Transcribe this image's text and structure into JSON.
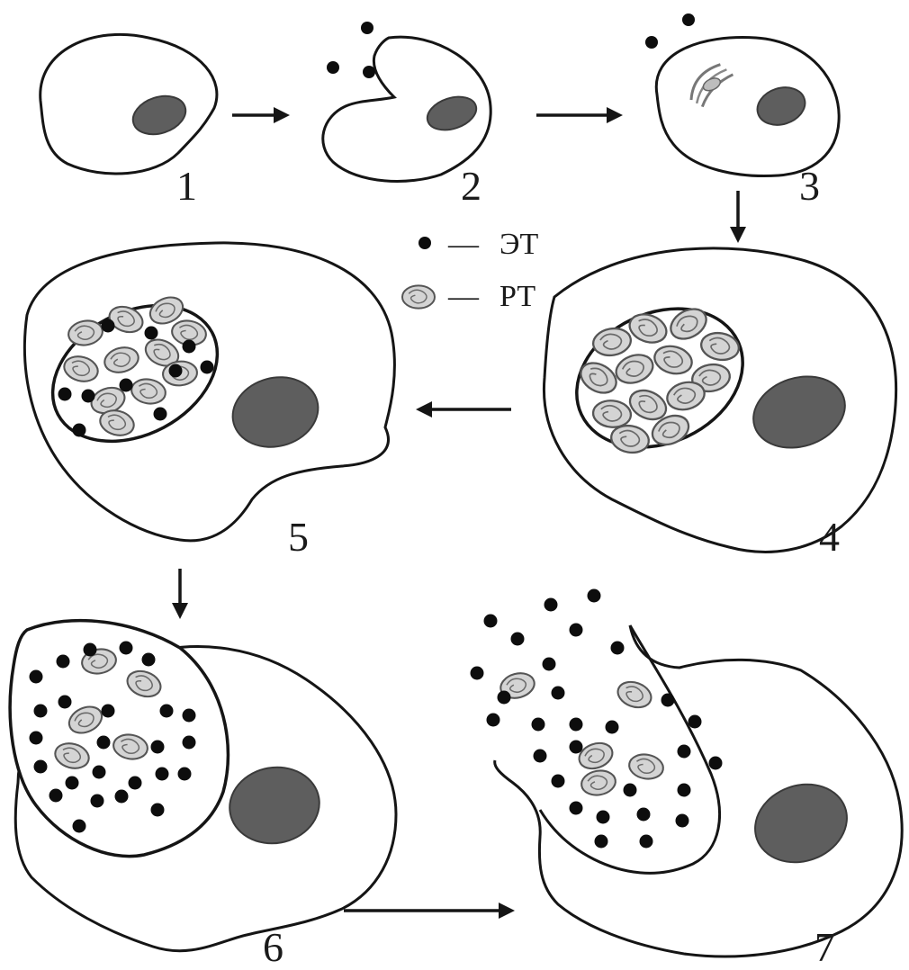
{
  "stages": [
    {
      "id": 1,
      "label": "1"
    },
    {
      "id": 2,
      "label": "2"
    },
    {
      "id": 3,
      "label": "3"
    },
    {
      "id": 4,
      "label": "4"
    },
    {
      "id": 5,
      "label": "5"
    },
    {
      "id": 6,
      "label": "6"
    },
    {
      "id": 7,
      "label": "7"
    }
  ],
  "legend": {
    "eb": {
      "icon": "black-dot-icon",
      "dash": "—",
      "text": "ЭТ"
    },
    "rb": {
      "icon": "reticulate-body-icon",
      "dash": "—",
      "text": "РТ"
    }
  },
  "colors": {
    "outline": "#151515",
    "nucleus": "#5e5e5e",
    "elementary_body": "#0d0d0d",
    "reticulate_body": "#d4d4d4"
  }
}
